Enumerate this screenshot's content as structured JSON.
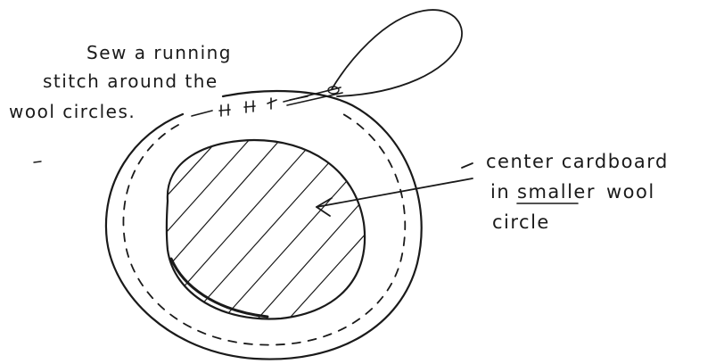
{
  "labels": {
    "running_stitch": [
      "Sew a running",
      "stitch around the",
      "wool circles."
    ],
    "center_cardboard": [
      "center cardboard",
      "in",
      "smaller",
      "wool",
      "circle"
    ]
  },
  "colors": {
    "ink": "#1a1a1a",
    "paper": "#ffffff"
  }
}
